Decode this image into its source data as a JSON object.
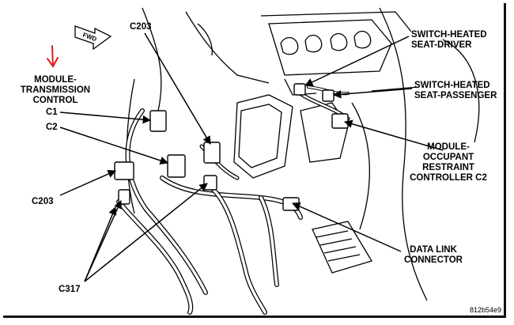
{
  "labels": {
    "fwd": "FWD",
    "mtc": [
      "MODULE-",
      "TRANSMISSION",
      "CONTROL"
    ],
    "c1": "C1",
    "c2": "C2",
    "c203_top": "C203",
    "c203_left": "C203",
    "c317": "C317",
    "sh_driver": [
      "SWITCH-HEATED",
      "SEAT-DRIVER"
    ],
    "sh_pass": [
      "SWITCH-HEATED",
      "SEAT-PASSENGER"
    ],
    "ocm": [
      "MODULE-",
      "OCCUPANT",
      "RESTRAINT",
      "CONTROLLER C2"
    ],
    "dlc": [
      "DATA LINK",
      "CONNECTOR"
    ],
    "figure_id": "812b54e9"
  },
  "colors": {
    "ink": "#000000",
    "annotation_arrow": "#d81e1e",
    "background": "#ffffff"
  }
}
